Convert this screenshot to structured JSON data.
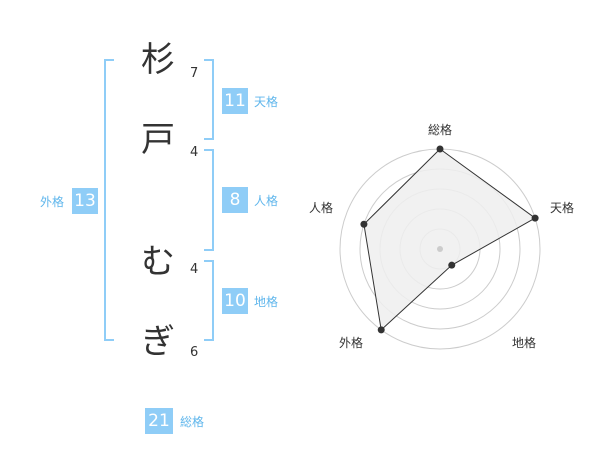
{
  "name": {
    "chars": [
      {
        "char": "杉",
        "strokes": "7"
      },
      {
        "char": "戸",
        "strokes": "4"
      },
      {
        "char": "む",
        "strokes": "4"
      },
      {
        "char": "ぎ",
        "strokes": "6"
      }
    ]
  },
  "fortunes": {
    "tenkaku": {
      "value": "11",
      "label": "天格"
    },
    "jinkaku": {
      "value": "8",
      "label": "人格"
    },
    "chikaku": {
      "value": "10",
      "label": "地格"
    },
    "gaikaku": {
      "value": "13",
      "label": "外格"
    },
    "soukaku": {
      "value": "21",
      "label": "総格"
    }
  },
  "radar": {
    "axes": [
      "総格",
      "天格",
      "地格",
      "外格",
      "人格"
    ],
    "values": [
      1.0,
      1.0,
      0.2,
      1.0,
      0.8
    ],
    "rings": 5,
    "colors": {
      "ring": "#cccccc",
      "fill": "#eeeeee",
      "line": "#333333"
    }
  },
  "colors": {
    "accent": "#8fcdf7",
    "label": "#5fb6ec"
  }
}
